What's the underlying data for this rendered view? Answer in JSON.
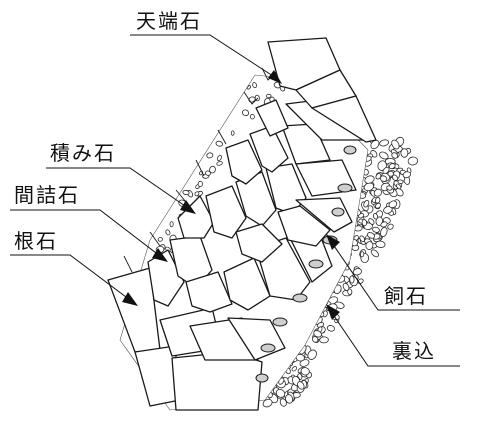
{
  "labels": {
    "tenba_ishi": "天端石",
    "tsumi_ishi": "積み石",
    "mazume_ishi": "間詰石",
    "ne_ishi": "根石",
    "kai_ishi": "飼石",
    "uragome": "裏込"
  },
  "colors": {
    "line": "#1a1a1a",
    "chink_fill": "#cfcfcf",
    "background": "#ffffff"
  }
}
